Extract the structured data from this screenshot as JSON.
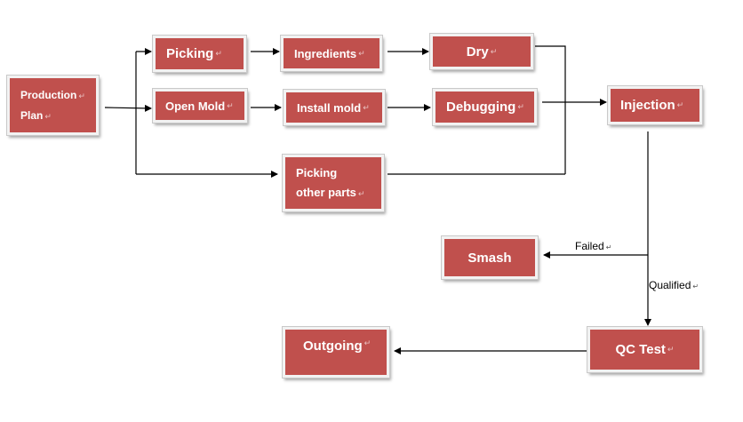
{
  "nodes": {
    "production_plan": {
      "line1": "Production",
      "line2": "Plan"
    },
    "picking": {
      "label": "Picking"
    },
    "ingredients": {
      "label": "Ingredients"
    },
    "dry": {
      "label": "Dry"
    },
    "open_mold": {
      "label": "Open Mold"
    },
    "install_mold": {
      "label": "Install mold"
    },
    "debugging": {
      "label": "Debugging"
    },
    "picking_other_parts": {
      "line1": "Picking",
      "line2": "other parts"
    },
    "injection": {
      "label": "Injection"
    },
    "smash": {
      "label": "Smash"
    },
    "qc_test": {
      "label": "QC Test"
    },
    "outgoing": {
      "label": "Outgoing"
    }
  },
  "edge_labels": {
    "failed": "Failed",
    "qualified": "Qualified"
  },
  "colors": {
    "node_fill": "#c0504d",
    "node_text": "#ffffff",
    "connector": "#000000"
  },
  "paragraph_mark": "↵"
}
